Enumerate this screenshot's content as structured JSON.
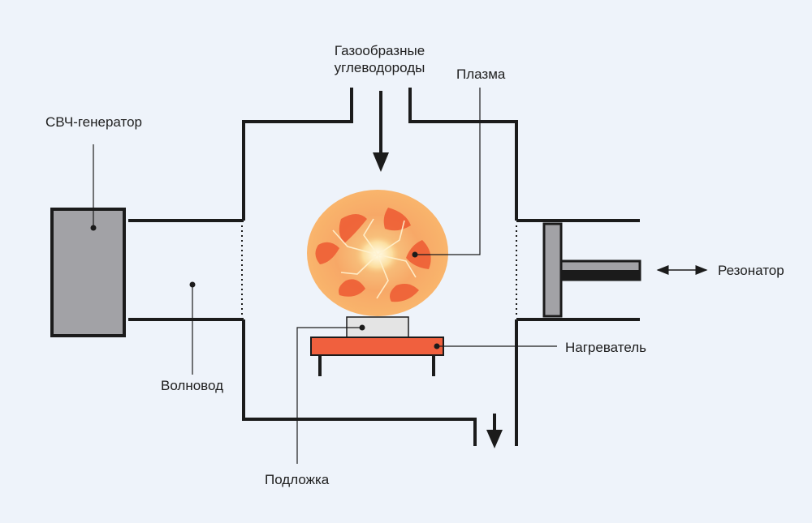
{
  "labels": {
    "microwave_generator": "СВЧ-генератор",
    "hydrocarbon_gas_line1": "Газообразные",
    "hydrocarbon_gas_line2": "углеводороды",
    "plasma": "Плазма",
    "resonator": "Резонатор",
    "heater": "Нагреватель",
    "waveguide": "Волновод",
    "substrate": "Подложка"
  },
  "colors": {
    "background": "#eef3fa",
    "wall": "#1b1b1b",
    "generator_fill": "#a2a2a6",
    "plasma_outer": "#f9b36a",
    "plasma_inner": "#ea4b1f",
    "plasma_core": "#fff3d6",
    "heater_fill": "#f0603e",
    "substrate_fill": "#e4e4e4"
  }
}
